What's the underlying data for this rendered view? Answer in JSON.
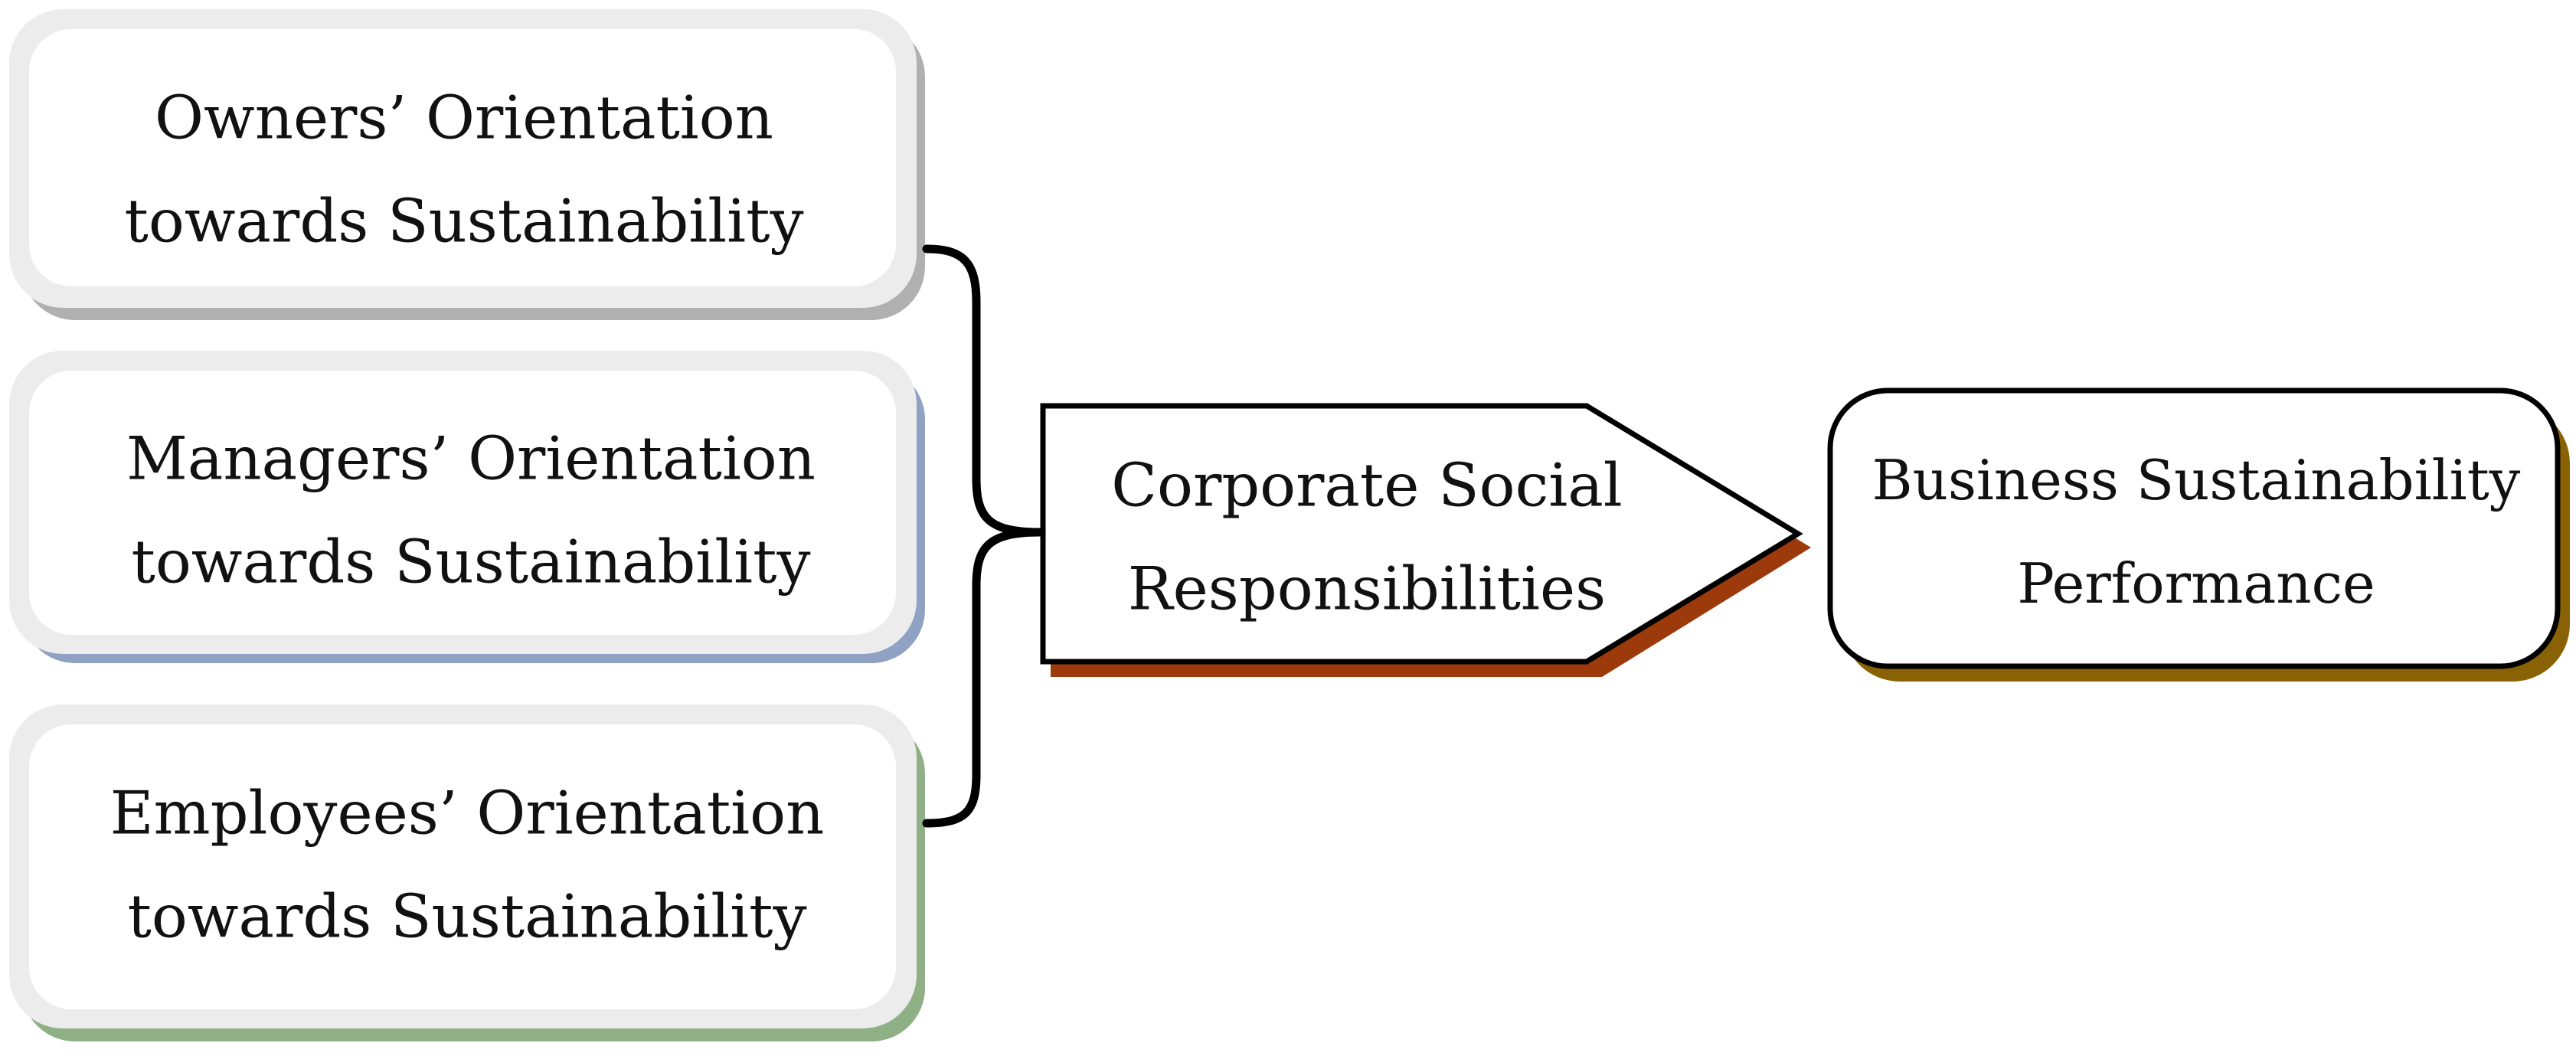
{
  "orientations": [
    {
      "line1": "Owners’ Orientation",
      "line2": "towards Sustainability",
      "shadow_color": "#b0b0b0"
    },
    {
      "line1": "Managers’ Orientation",
      "line2": "towards Sustainability",
      "shadow_color": "#8fa2c4"
    },
    {
      "line1": "Employees’ Orientation",
      "line2": "towards Sustainability",
      "shadow_color": "#8faf85"
    }
  ],
  "csr": {
    "line1": "Corporate Social",
    "line2": "Responsibilities",
    "shadow_color": "#9c3a0c"
  },
  "performance": {
    "line1": "Business Sustainability",
    "line2": "Performance",
    "shadow_color": "#8a6206"
  }
}
